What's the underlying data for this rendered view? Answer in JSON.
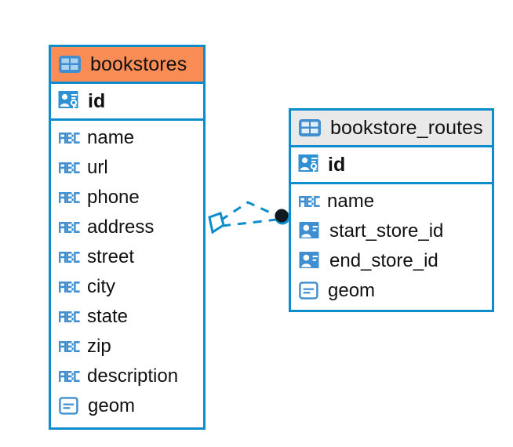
{
  "diagram": {
    "type": "entity-relationship-diagram",
    "accent_blue": "#0d8dcc",
    "header_orange": "#fa8c56",
    "header_grey": "#e9e9e9",
    "background": "#ffffff"
  },
  "tables": [
    {
      "name": "bookstores",
      "header_style": "orange",
      "table_icon": "table-icon",
      "primary_key": {
        "label": "id",
        "icon": "primary-key-icon"
      },
      "fields": [
        {
          "label": "name",
          "icon": "text-abc-icon"
        },
        {
          "label": "url",
          "icon": "text-abc-icon"
        },
        {
          "label": "phone",
          "icon": "text-abc-icon"
        },
        {
          "label": "address",
          "icon": "text-abc-icon"
        },
        {
          "label": "street",
          "icon": "text-abc-icon"
        },
        {
          "label": "city",
          "icon": "text-abc-icon"
        },
        {
          "label": "state",
          "icon": "text-abc-icon"
        },
        {
          "label": "zip",
          "icon": "text-abc-icon"
        },
        {
          "label": "description",
          "icon": "text-abc-icon"
        },
        {
          "label": "geom",
          "icon": "geometry-icon"
        }
      ]
    },
    {
      "name": "bookstore_routes",
      "header_style": "grey",
      "table_icon": "table-icon",
      "primary_key": {
        "label": "id",
        "icon": "primary-key-icon"
      },
      "fields": [
        {
          "label": "name",
          "icon": "text-abc-icon"
        },
        {
          "label": "start_store_id",
          "icon": "foreign-key-icon"
        },
        {
          "label": "end_store_id",
          "icon": "foreign-key-icon"
        },
        {
          "label": "geom",
          "icon": "geometry-icon"
        }
      ]
    }
  ],
  "relationship": {
    "left_endpoint": "crows-foot-diamond-icon",
    "right_endpoint": "filled-circle-icon",
    "line_style": "dashed",
    "line_color": "#0d8dcc"
  }
}
